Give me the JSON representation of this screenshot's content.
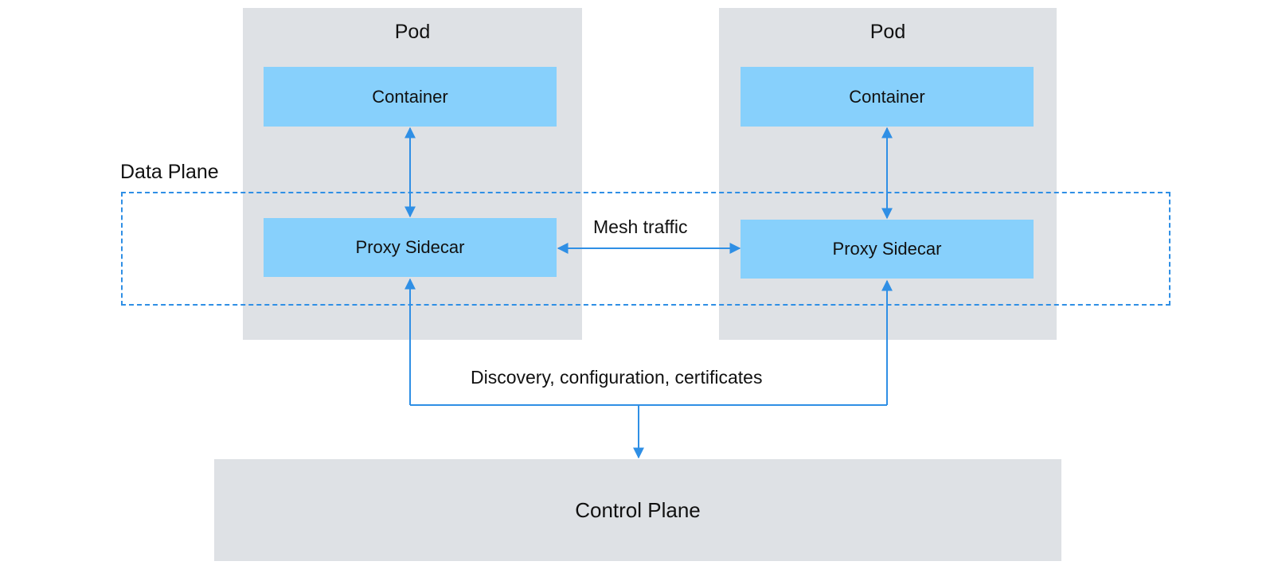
{
  "pods": [
    {
      "title": "Pod",
      "container": "Container",
      "sidecar": "Proxy Sidecar"
    },
    {
      "title": "Pod",
      "container": "Container",
      "sidecar": "Proxy Sidecar"
    }
  ],
  "data_plane_label": "Data Plane",
  "mesh_traffic_label": "Mesh traffic",
  "discovery_label": "Discovery, configuration, certificates",
  "control_plane_label": "Control Plane",
  "colors": {
    "pod_bg": "#dee1e5",
    "box_bg": "#87d0fc",
    "arrow": "#2f8fe5"
  }
}
